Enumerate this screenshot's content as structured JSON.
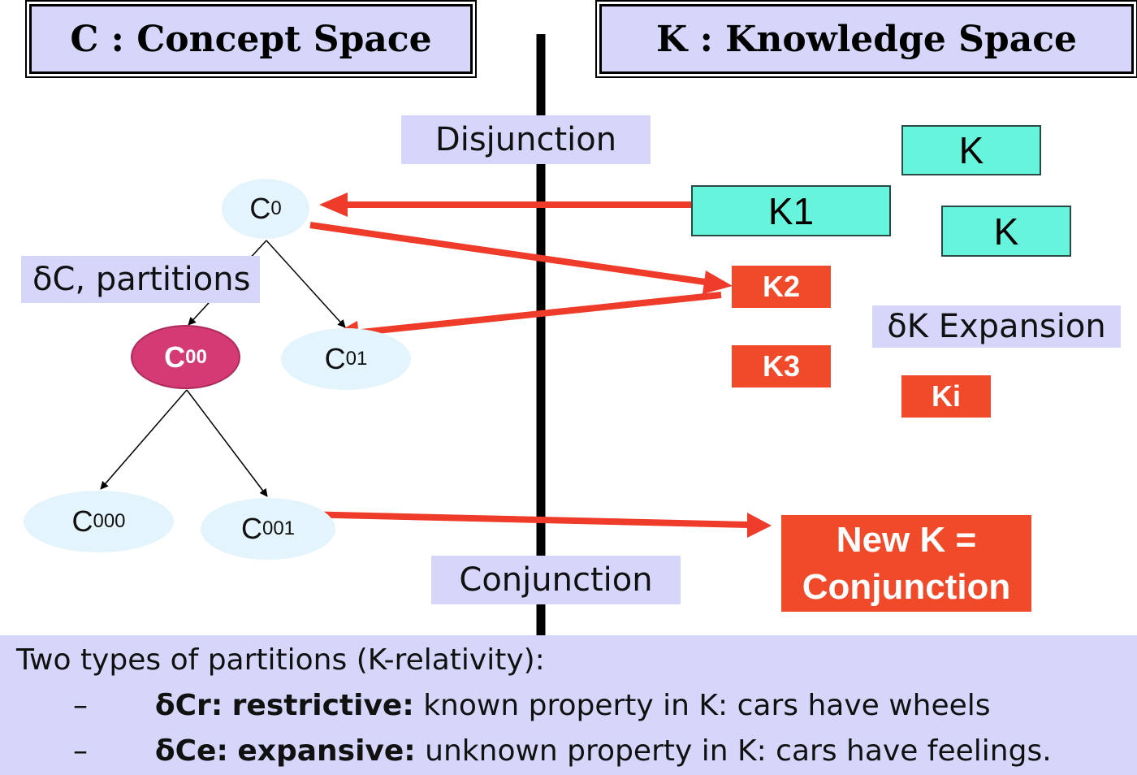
{
  "headers": {
    "concept_space": "C : Concept Space",
    "knowledge_space": "K : Knowledge Space"
  },
  "labels": {
    "disjunction": "Disjunction",
    "conjunction": "Conjunction",
    "partitions": "δC, partitions",
    "expansion": "δK Expansion"
  },
  "nodes": {
    "c0": {
      "base": "C",
      "sub": "0"
    },
    "c00": {
      "base": "C",
      "sub": "00"
    },
    "c01": {
      "base": "C",
      "sub": "01"
    },
    "c000": {
      "base": "C",
      "sub": "000"
    },
    "c001": {
      "base": "C",
      "sub": "001"
    }
  },
  "knowledge_boxes": {
    "k_top": "K",
    "k1": "K1",
    "k_mid": "K",
    "k2": "K2",
    "k3": "K3",
    "ki": "Ki",
    "new_k_line1": "New K =",
    "new_k_line2": "Conjunction"
  },
  "bottom": {
    "title": "Two types of partitions (K-relativity):",
    "item1": {
      "dash": "–",
      "term": "δCr:",
      "type": "restrictive:",
      "desc": "known property in K: cars have wheels"
    },
    "item2": {
      "dash": "–",
      "term": "δCe:",
      "type": "expansive:",
      "desc": "unknown property in K: cars have feelings."
    }
  },
  "colors": {
    "header_bg": "#d6d6fb",
    "teal": "#66f5dc",
    "red": "#f04a2a",
    "pink_node": "#d43a73",
    "light_node": "#e4f4fc",
    "arrow": "#ee3b2a"
  }
}
